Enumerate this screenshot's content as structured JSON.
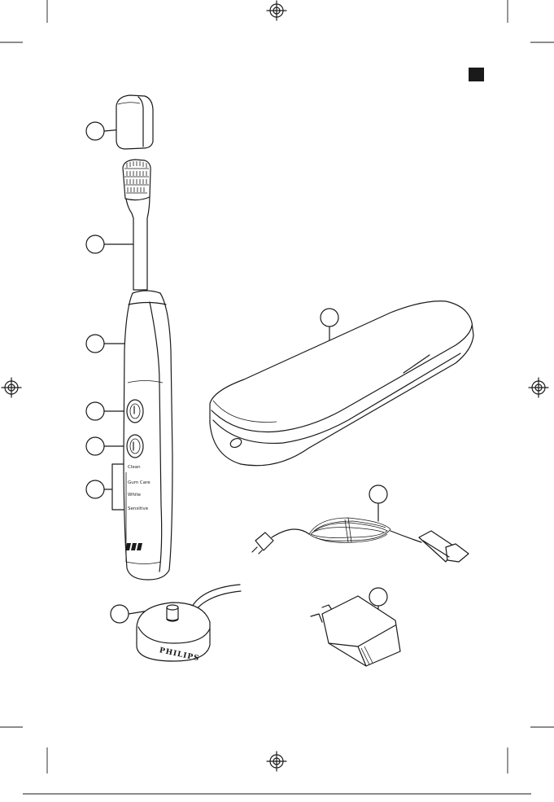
{
  "language_tab_color": "#1a1a1a",
  "handle": {
    "mode_labels": [
      "Clean",
      "Gum Care",
      "White",
      "Sensitive"
    ]
  },
  "charger": {
    "brand": "PHILIPS"
  },
  "icons": {
    "registration_mark": "crosshair-circle",
    "brush_head_bristles": "bristle-grid",
    "cord_bundle": "coiled-loop"
  }
}
